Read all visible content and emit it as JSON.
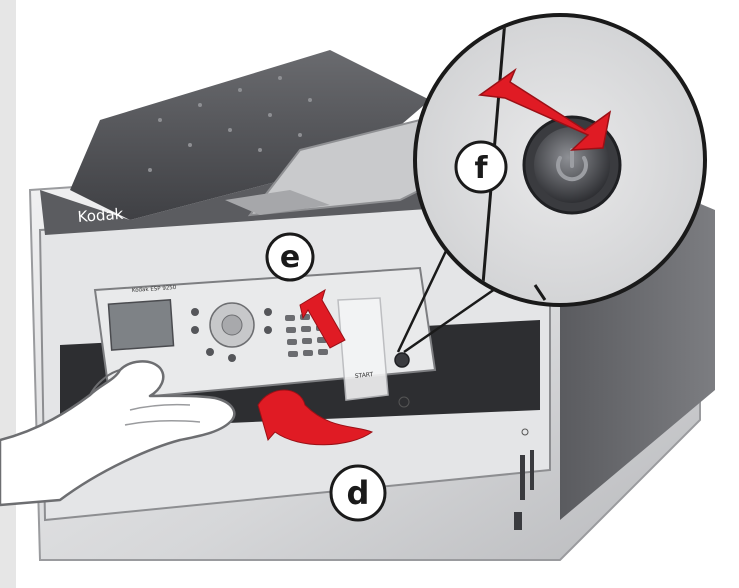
{
  "brand": {
    "logo_text": "Kodak",
    "model_text": "Kodak ESP 9250"
  },
  "panel": {
    "start_label": "START"
  },
  "callouts": {
    "e": "e",
    "d": "d",
    "f": "f"
  },
  "colors": {
    "arrow_red": "#e01b24",
    "printer_dark": "#4a4b4f",
    "printer_light": "#d9dadc",
    "callout_ring": "#1a1a1a"
  },
  "icons": {
    "power": "power-icon",
    "wifi": "wifi-icon"
  }
}
